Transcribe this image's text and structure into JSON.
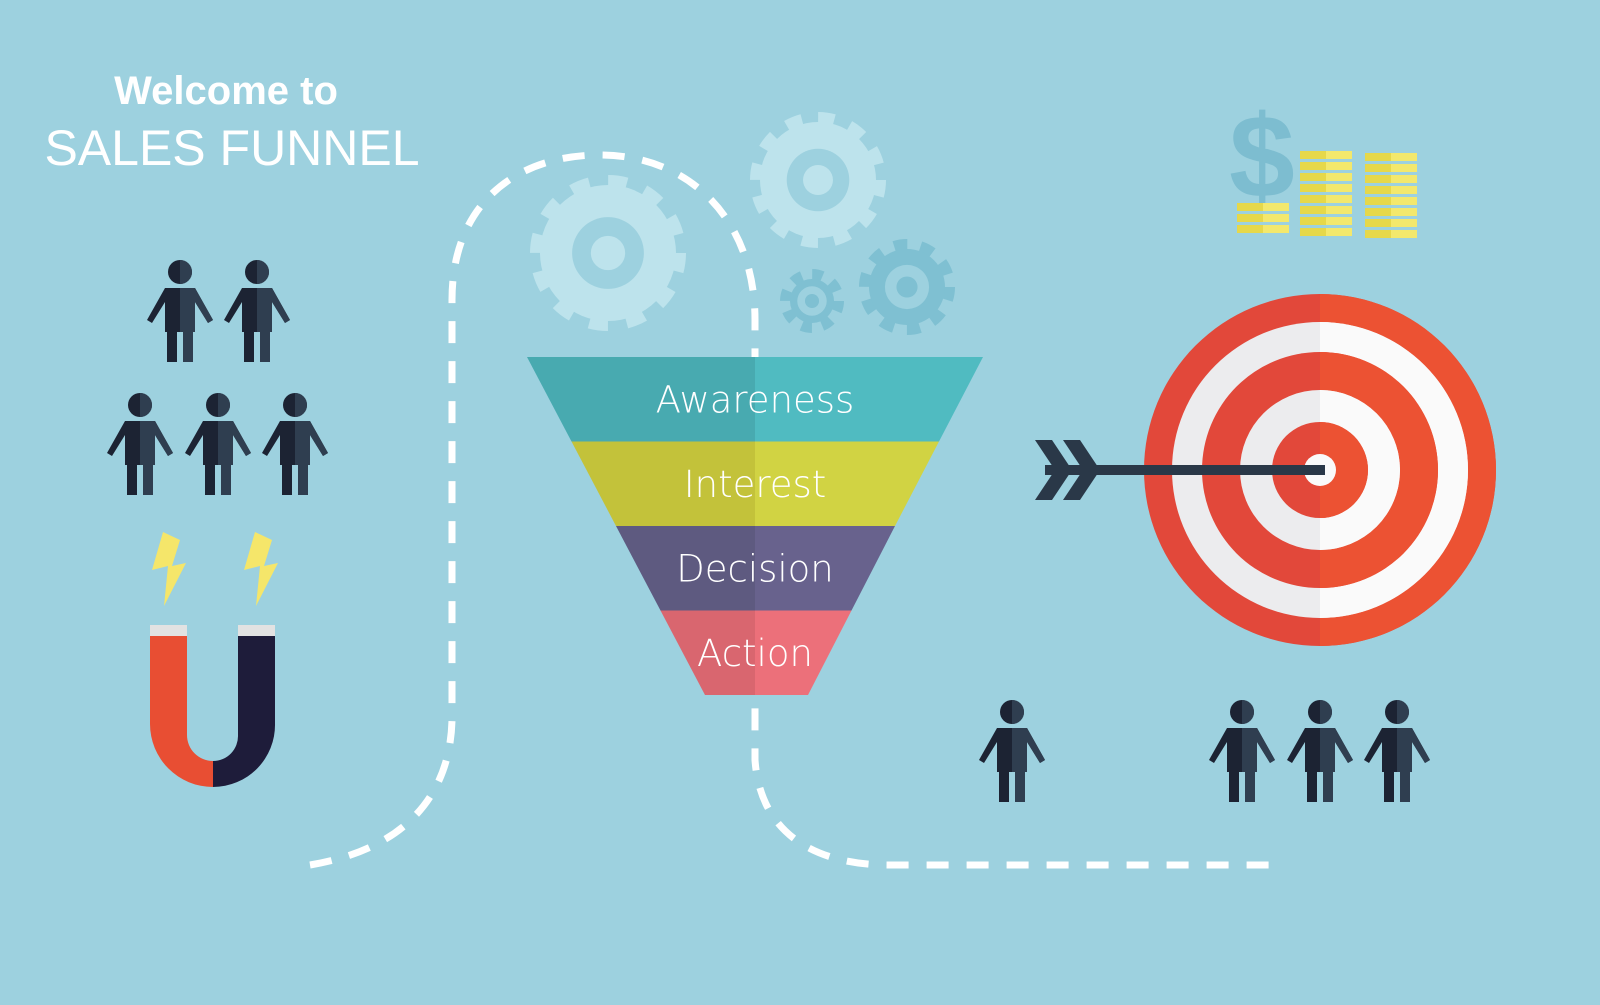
{
  "header": {
    "welcome": "Welcome to",
    "title": "SALES FUNNEL"
  },
  "funnel": {
    "stages": [
      {
        "label": "Awareness",
        "color_left": "#48aab0",
        "color_right": "#50bbc1"
      },
      {
        "label": "Interest",
        "color_left": "#c3c23a",
        "color_right": "#d1d343"
      },
      {
        "label": "Decision",
        "color_left": "#5e5a80",
        "color_right": "#68628d"
      },
      {
        "label": "Action",
        "color_left": "#d9666f",
        "color_right": "#ec707a"
      }
    ]
  },
  "money": {
    "symbol": "$"
  },
  "colors": {
    "background": "#9dd1df",
    "target_red": "#e84e3c",
    "magnet_orange": "#e84e33",
    "person_dark": "#1c2333"
  }
}
